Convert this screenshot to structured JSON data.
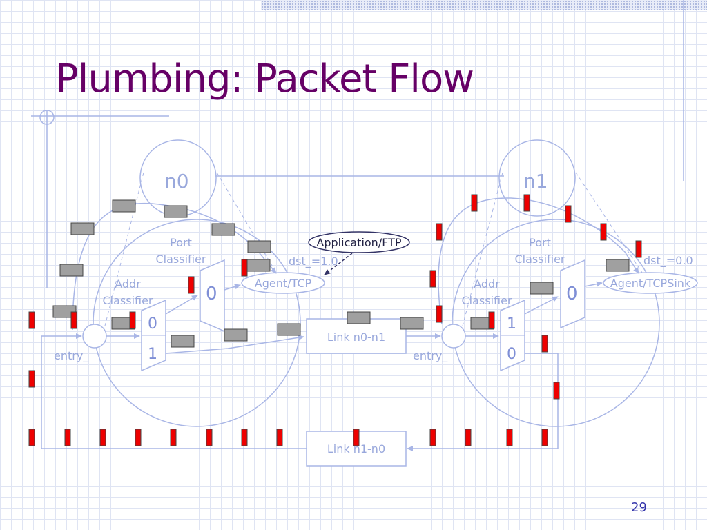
{
  "slide": {
    "title": "Plumbing: Packet Flow",
    "page_number": "29"
  },
  "diagram": {
    "node0": {
      "name": "n0",
      "port_classifier": [
        "Port",
        "Classifier"
      ],
      "addr_classifier": [
        "Addr",
        "Classifier"
      ],
      "addr_slots": [
        "0",
        "1"
      ],
      "port_slot": "0",
      "entry": "entry_",
      "agent": "Agent/TCP",
      "dst": "dst_=1.0",
      "application": "Application/FTP"
    },
    "node1": {
      "name": "n1",
      "port_classifier": [
        "Port",
        "Classifier"
      ],
      "addr_classifier": [
        "Addr",
        "Classifier"
      ],
      "addr_slots": [
        "1",
        "0"
      ],
      "port_slot": "0",
      "entry": "entry_",
      "agent": "Agent/TCPSink",
      "dst": "dst_=0.0"
    },
    "links": {
      "forward": "Link n0-n1",
      "reverse": "Link n1-n0"
    },
    "colors": {
      "data_packet": "#a0a0a0",
      "ack_packet": "#ee0000",
      "outline": "#a9b6e6",
      "slot_text": "#7f8fd6"
    }
  }
}
